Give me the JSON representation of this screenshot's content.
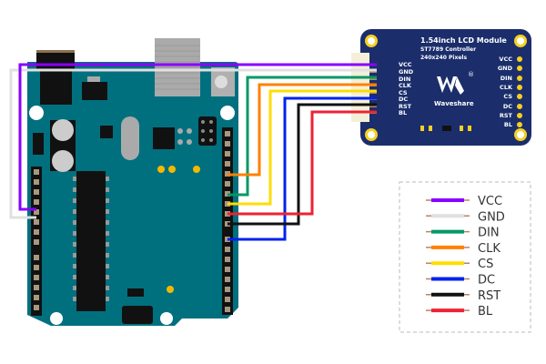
{
  "lcd_module": {
    "title": "1.54inch LCD Module",
    "subtitle1": "ST7789 Controller",
    "subtitle2": "240x240 Pixels",
    "brand": "Waveshare",
    "registered_mark": "®",
    "pins_left": [
      "VCC",
      "GND",
      "DIN",
      "CLK",
      "CS",
      "DC",
      "RST",
      "BL"
    ],
    "pins_right": [
      "VCC",
      "GND",
      "DIN",
      "CLK",
      "CS",
      "DC",
      "RST",
      "BL"
    ],
    "board_color": "#1b2e6b"
  },
  "arduino": {
    "board_color": "#00707f"
  },
  "legend": {
    "items": [
      {
        "label": "VCC",
        "color": "#8a00ff"
      },
      {
        "label": "GND",
        "color": "#e0e0e0"
      },
      {
        "label": "DIN",
        "color": "#009966"
      },
      {
        "label": "CLK",
        "color": "#ff8000"
      },
      {
        "label": "CS",
        "color": "#ffdd00"
      },
      {
        "label": "DC",
        "color": "#0022ee"
      },
      {
        "label": "RST",
        "color": "#111111"
      },
      {
        "label": "BL",
        "color": "#ee2233"
      }
    ]
  }
}
